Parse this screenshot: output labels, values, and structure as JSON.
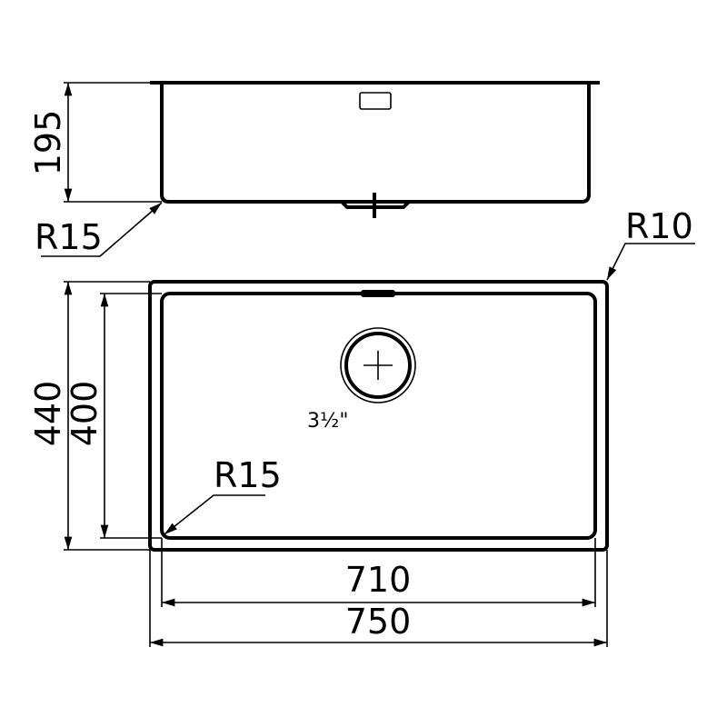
{
  "dimensions": {
    "depth": "195",
    "outer_width": "750",
    "inner_width": "710",
    "outer_length": "440",
    "inner_length": "400",
    "radius_top_view": "R15",
    "radius_outer": "R10",
    "radius_inner": "R15",
    "drain_size": "3½\""
  },
  "colors": {
    "line": "#000000",
    "background": "#ffffff"
  }
}
